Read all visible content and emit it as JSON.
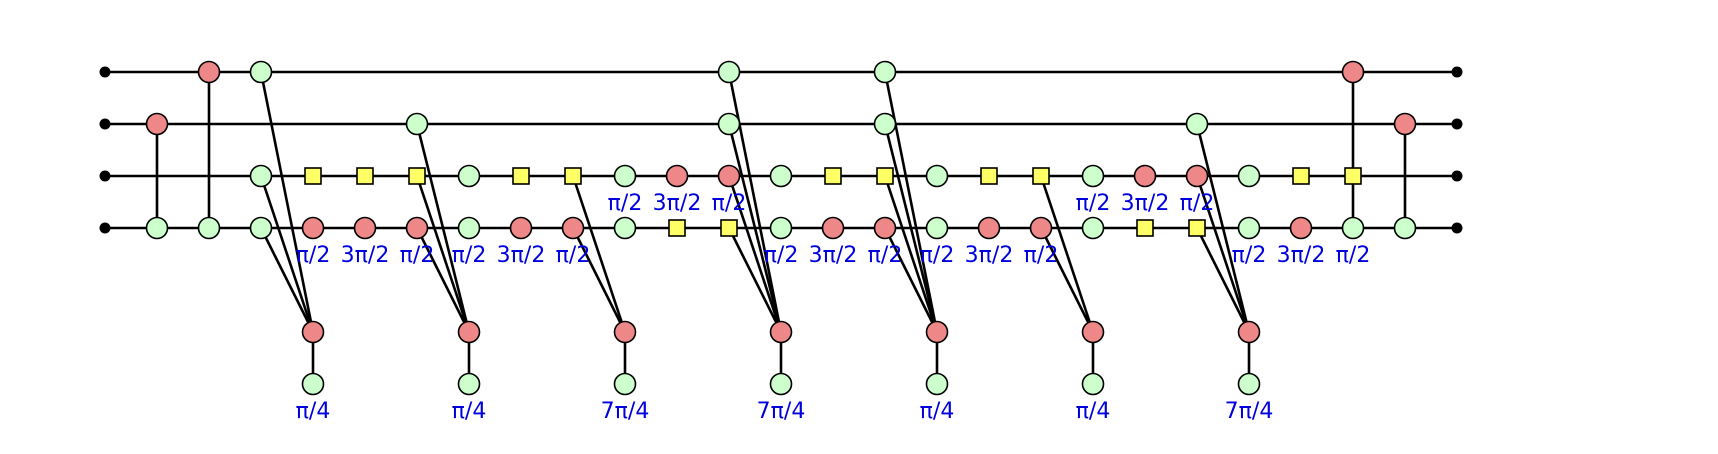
{
  "colors": {
    "z_spider": "#ccffcc",
    "x_spider": "#ee8888",
    "h_box": "#ffff66",
    "wire": "#000000",
    "phase_label": "#0000dd"
  },
  "phases": {
    "pi_2": "π/2",
    "three_pi_2": "3π/2",
    "pi_4": "π/4",
    "seven_pi_4": "7π/4"
  }
}
